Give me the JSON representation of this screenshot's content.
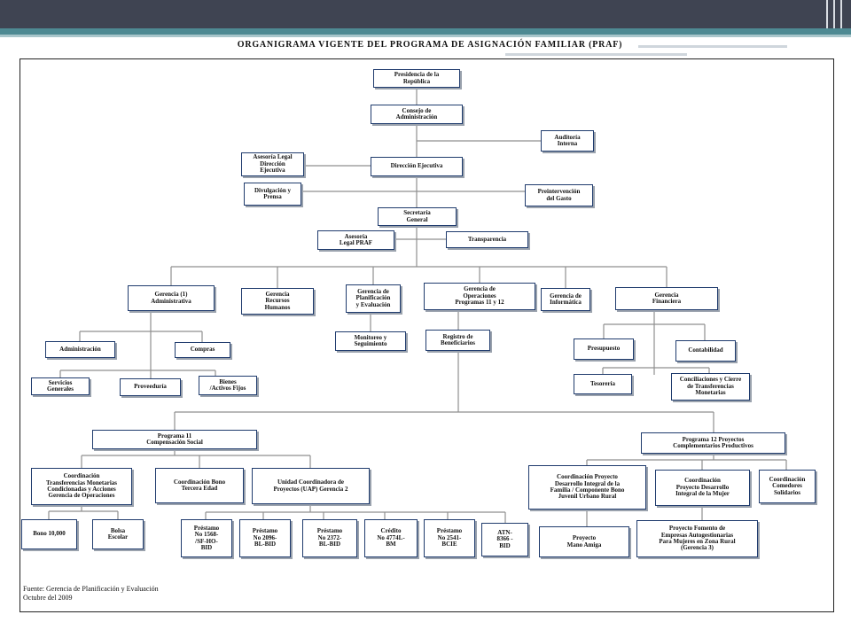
{
  "slide": {
    "title": "ORGANIGRAMA VIGENTE DEL PROGRAMA DE ASIGNACIÓN FAMILIAR (PRAF)",
    "source": "Fuente: Gerencia de Planificación y Evaluación\n             Octubre del 2009"
  },
  "colors": {
    "header": "#3f4452",
    "accent": "#4e8a93",
    "box_border": "#1f3b6d"
  },
  "chart": {
    "presidencia": "Presidencia de la\nRepública",
    "consejo": "Consejo de\nAdministración",
    "auditoria": "Auditoría\nInterna",
    "asesoria_legal_de": "Asesoría Legal\nDirección\nEjecutiva",
    "direccion_ejecutiva": "Dirección Ejecutiva",
    "divulgacion": "Divulgación y\nPrensa",
    "preintervencion": "Preintervención\ndel Gasto",
    "secretaria": "Secretaría\nGeneral",
    "asesoria_praf": "Asesoría\nLegal PRAF",
    "transparencia": "Transparencia",
    "g_administrativa": "Gerencia    (1)\nAdministrativa",
    "g_rrhh": "Gerencia\nRecursos\nHumanos",
    "g_planificacion": "Gerencia de\nPlanificación\ny Evaluación",
    "g_operaciones": "Gerencia de\nOperaciones\nProgramas 11 y 12",
    "g_informatica": "Gerencia de\nInformática",
    "g_financiera": "Gerencia\nFinanciera",
    "administracion": "Administración",
    "compras": "Compras",
    "servicios_generales": "Servicios\nGenerales",
    "proveeduria": "Proveeduría",
    "bienes": "Bienes\n/Activos Fijos",
    "monitoreo": "Monitoreo y\nSeguimiento",
    "registro": "Registro de\nBeneficiarios",
    "presupuesto": "Presupuesto",
    "contabilidad": "Contabilidad",
    "tesoreria": "Tesorería",
    "conciliaciones": "Conciliaciones y Cierre\nde Transferencias\nMonetarias",
    "programa11": "Programa 11\nCompensación Social",
    "programa12": "Programa 12 Proyectos\nComplementarios Productivos",
    "coord_transferencias": "Coordinación\nTransferencias Monetarias\nCondicionadas y Acciones\nGerencia de Operaciones",
    "coord_bono_tercera": "Coordinación Bono\nTercera Edad",
    "uap": "Unidad Coordinadora de\nProyectos (UAP) Gerencia 2",
    "coord_desarrollo_familia": "Coordinación Proyecto\nDesarrollo Integral de la\nFamilia / Componente Bono\nJuvenil Urbano Rural",
    "coord_desarrollo_mujer": "Coordinación\nProyecto Desarrollo\nIntegral de la Mujer",
    "coord_comedores": "Coordinación\nComedores\nSolidarios",
    "bono10000": "Bono 10,000",
    "bolsa_escolar": "Bolsa\nEscolar",
    "prestamo1568": "Préstamo\nNo 1568-\n/SF-HO-\nBID",
    "prestamo2096": "Préstamo\nNo 2096-\nBL-BID",
    "prestamo2372": "Préstamo\nNo 2372-\nBL-BID",
    "credito4774": "Crédito\nNo 4774L-\nBM",
    "prestamo2541": "Préstamo\nNo 2541-\nBCIE",
    "atn8366": "ATN-\n8366 -\nBID",
    "proyecto_mano_amiga": "Proyecto\nMano Amiga",
    "proyecto_fomento": "Proyecto Fomento de\nEmpresas Autogestionarias\nPara Mujeres en Zona Rural\n(Gerencia 3)"
  }
}
